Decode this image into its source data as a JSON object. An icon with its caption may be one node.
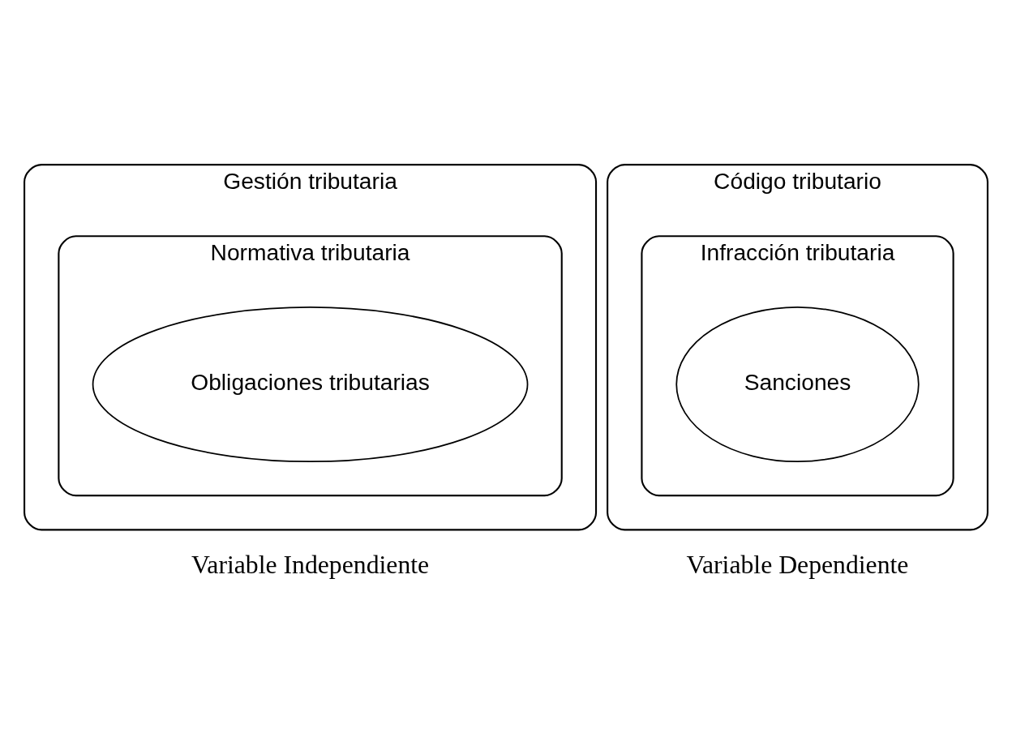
{
  "diagram": {
    "nodes": [
      {
        "text": [
          "Gestión tributaria"
        ]
      },
      {
        "text": [
          "Normativa tributaria"
        ],
        "in": 0
      },
      {
        "text": [
          "Obligaciones tributarias"
        ],
        "in": 1
      },
      {
        "text": [
          "Código tributario"
        ]
      },
      {
        "text": [
          "Infracción tributaria"
        ],
        "in": 3
      },
      {
        "text": [
          "Sanciones"
        ],
        "in": 4
      }
    ],
    "edges": [],
    "labels": [
      "Variable Independiente",
      "Variable Dependiente"
    ]
  }
}
